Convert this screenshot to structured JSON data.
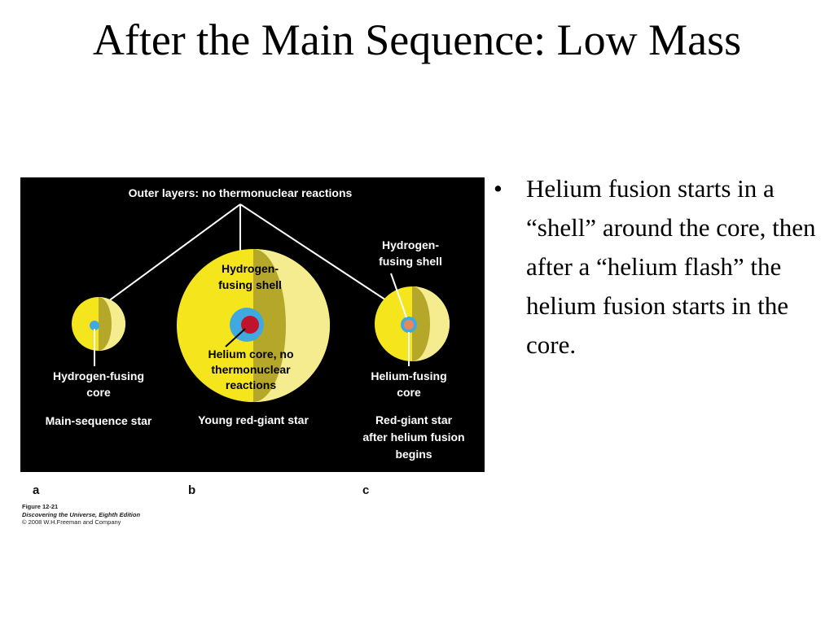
{
  "slide": {
    "title": "After the Main Sequence: Low Mass"
  },
  "figure": {
    "top_label": "Outer layers: no thermonuclear reactions",
    "star_a": {
      "core_label_line1": "Hydrogen-fusing",
      "core_label_line2": "core",
      "name": "Main-sequence star"
    },
    "star_b": {
      "shell_label_line1": "Hydrogen-",
      "shell_label_line2": "fusing shell",
      "core_label_line1": "Helium core, no",
      "core_label_line2": "thermonuclear",
      "core_label_line3": "reactions",
      "name": "Young red-giant star"
    },
    "star_c": {
      "shell_label_line1": "Hydrogen-",
      "shell_label_line2": "fusing shell",
      "core_label_line1": "Helium-fusing",
      "core_label_line2": "core",
      "name_line1": "Red-giant star",
      "name_line2": "after helium fusion",
      "name_line3": "begins"
    },
    "panel_letters": [
      "a",
      "b",
      "c"
    ],
    "caption": {
      "figure_number": "Figure 12-21",
      "book": "Discovering the Universe, Eighth Edition",
      "copyright": "© 2008 W.H.Freeman and Company"
    },
    "colors": {
      "background": "#000000",
      "star_yellow": "#f5e51c",
      "star_shade": "#b5a72a",
      "star_light": "#f4ec8e",
      "hydrogen_blue": "#3fa9e0",
      "helium_red": "#c0142c",
      "helium_fusing_orange": "#e8875a"
    }
  },
  "bullets": {
    "marker": "•",
    "item1": "Helium fusion starts in a “shell” around the core, then after a “helium flash” the helium fusion starts in the core."
  }
}
